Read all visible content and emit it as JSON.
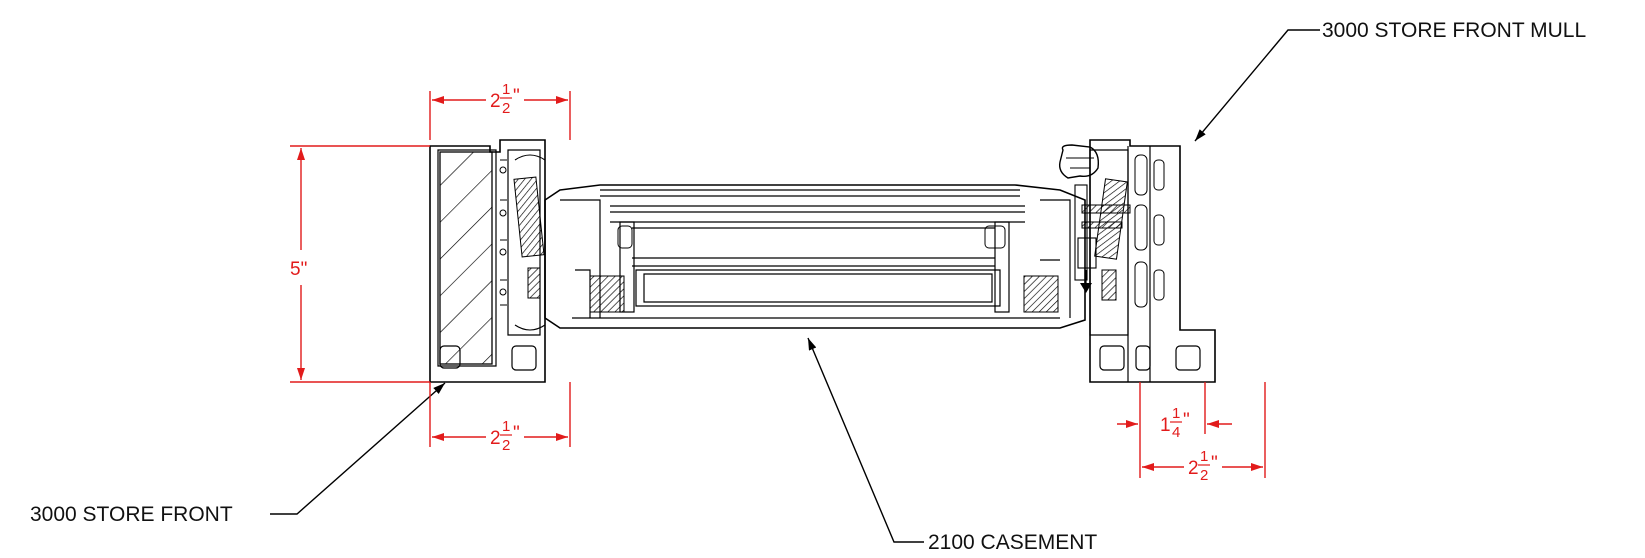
{
  "labels": {
    "mull": "3000 STORE FRONT MULL",
    "storefront": "3000 STORE FRONT",
    "casement": "2100 CASEMENT"
  },
  "dimensions": {
    "top_width": {
      "whole": "2",
      "num": "1",
      "den": "2",
      "unit": "\""
    },
    "height": "5\"",
    "bottom_left_width": {
      "whole": "2",
      "num": "1",
      "den": "2",
      "unit": "\""
    },
    "mull_offset": {
      "whole": "1",
      "num": "1",
      "den": "4",
      "unit": "\""
    },
    "mull_width": {
      "whole": "2",
      "num": "1",
      "den": "2",
      "unit": "\""
    }
  },
  "colors": {
    "dimension": "#e21b1b",
    "linework": "#000000"
  }
}
